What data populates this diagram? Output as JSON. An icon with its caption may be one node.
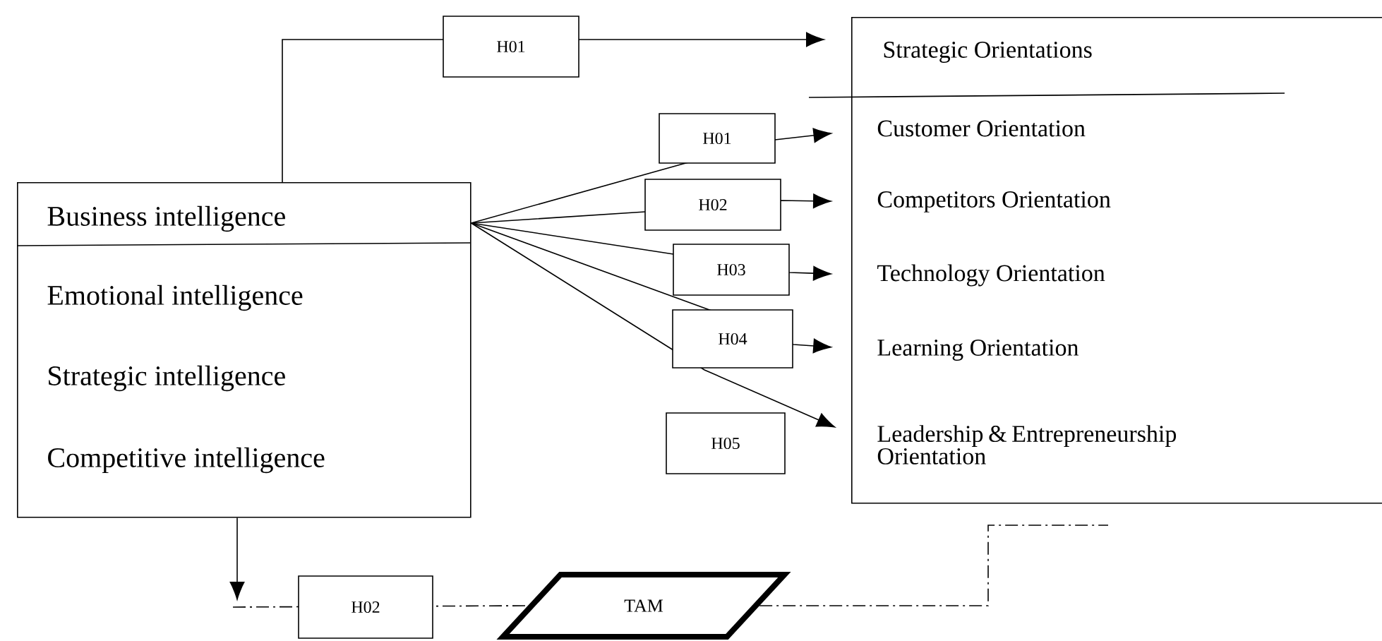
{
  "diagram": {
    "nodes": [
      {
        "text": [
          "Business intelligence",
          "Emotional intelligence",
          "Strategic intelligence",
          "Competitive intelligence"
        ]
      },
      {
        "text": [
          "Strategic Orientations"
        ]
      },
      {
        "text": [
          "Customer Orientation"
        ],
        "in": 1
      },
      {
        "text": [
          "Competitors Orientation"
        ],
        "in": 1
      },
      {
        "text": [
          "Technology Orientation"
        ],
        "in": 1
      },
      {
        "text": [
          "Learning Orientation"
        ],
        "in": 1
      },
      {
        "text": [
          "Leadership & Entrepreneurship Orientation"
        ],
        "in": 1
      },
      {
        "text": [
          "TAM"
        ]
      }
    ],
    "edges": [
      {
        "from": 0,
        "to": 1,
        "arrow": "to",
        "label": "H01"
      },
      {
        "from": 0,
        "to": 2,
        "arrow": "to",
        "label": "H01"
      },
      {
        "from": 0,
        "to": 3,
        "arrow": "to",
        "label": "H02"
      },
      {
        "from": 0,
        "to": 4,
        "arrow": "to",
        "label": "H03"
      },
      {
        "from": 0,
        "to": 5,
        "arrow": "to",
        "label": "H04"
      },
      {
        "from": 0,
        "to": 6,
        "arrow": "to",
        "label": "H05"
      },
      {
        "from": 0,
        "to": null,
        "arrow": "to"
      },
      {
        "from": null,
        "to": 7,
        "arrow": "none",
        "label": "H02",
        "style": "dashed"
      },
      {
        "from": 7,
        "to": null,
        "arrow": "none",
        "style": "dashed"
      }
    ]
  }
}
